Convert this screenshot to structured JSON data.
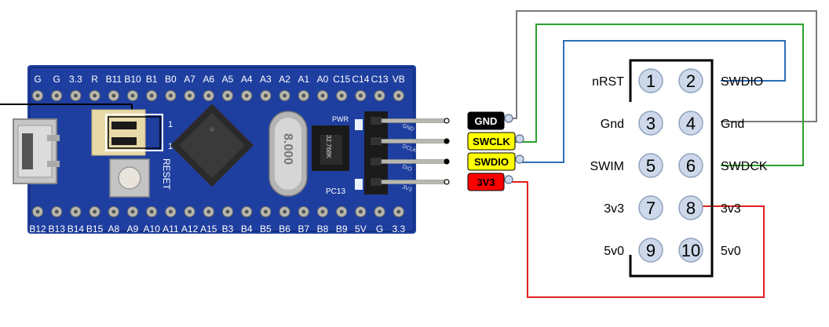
{
  "colors": {
    "board": "#1f3fa0",
    "board_dark": "#142c78",
    "pin_gold": "#b8b8b0",
    "pad": "#cdd9ea",
    "wire_gray": "#7a7a7a",
    "wire_green": "#2ca02c",
    "wire_blue": "#2f6db5",
    "wire_red": "#e02020",
    "tag_black": "#000000",
    "tag_yellow": "#ffff00",
    "tag_red": "#ff0000"
  },
  "board": {
    "top_labels": [
      "G",
      "G",
      "3.3",
      "R",
      "B11",
      "B10",
      "B1",
      "B0",
      "A7",
      "A6",
      "A5",
      "A4",
      "A3",
      "A2",
      "A1",
      "A0",
      "C15",
      "C14",
      "C13",
      "VB"
    ],
    "bottom_labels": [
      "B12",
      "B13",
      "B14",
      "B15",
      "A8",
      "A9",
      "A10",
      "A11",
      "A12",
      "A15",
      "B3",
      "B4",
      "B5",
      "B6",
      "B7",
      "B8",
      "B9",
      "5V",
      "G",
      "3.3"
    ],
    "reset_label": "RESET",
    "pwr_label": "PWR",
    "pc13_label": "PC13",
    "crystal_label": "8.000",
    "rtc_crystal_label": "32.768K",
    "jumper_marks": [
      "1",
      "1"
    ],
    "swd_side_labels": [
      "GND",
      "DCLK",
      "DIO",
      "3V3"
    ]
  },
  "signal_tags": [
    {
      "text": "GND",
      "style": "black"
    },
    {
      "text": "SWCLK",
      "style": "yellow"
    },
    {
      "text": "SWDIO",
      "style": "yellow"
    },
    {
      "text": "3V3",
      "style": "red"
    }
  ],
  "connector": {
    "pins": [
      {
        "num": "1",
        "label": "nRST",
        "side": "left"
      },
      {
        "num": "2",
        "label": "SWDIO",
        "side": "right"
      },
      {
        "num": "3",
        "label": "Gnd",
        "side": "left"
      },
      {
        "num": "4",
        "label": "Gnd",
        "side": "right"
      },
      {
        "num": "5",
        "label": "SWIM",
        "side": "left"
      },
      {
        "num": "6",
        "label": "SWDCK",
        "side": "right"
      },
      {
        "num": "7",
        "label": "3v3",
        "side": "left"
      },
      {
        "num": "8",
        "label": "3v3",
        "side": "right"
      },
      {
        "num": "9",
        "label": "5v0",
        "side": "left"
      },
      {
        "num": "10",
        "label": "5v0",
        "side": "right"
      }
    ]
  }
}
